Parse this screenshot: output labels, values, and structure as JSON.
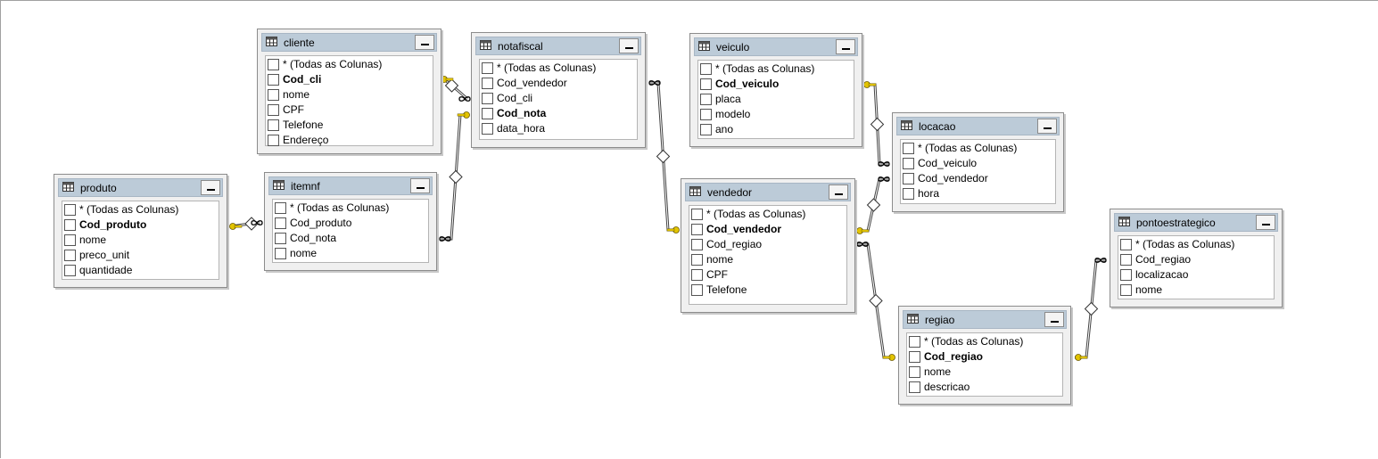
{
  "tables": {
    "cliente": {
      "name": "cliente",
      "columns": [
        "* (Todas as Colunas)",
        "Cod_cli",
        "nome",
        "CPF",
        "Telefone",
        "Endereço"
      ]
    },
    "notafiscal": {
      "name": "notafiscal",
      "columns": [
        "* (Todas as Colunas)",
        "Cod_vendedor",
        "Cod_cli",
        "Cod_nota",
        "data_hora"
      ]
    },
    "veiculo": {
      "name": "veiculo",
      "columns": [
        "* (Todas as Colunas)",
        "Cod_veiculo",
        "placa",
        "modelo",
        "ano"
      ]
    },
    "locacao": {
      "name": "locacao",
      "columns": [
        "* (Todas as Colunas)",
        "Cod_veiculo",
        "Cod_vendedor",
        "hora"
      ]
    },
    "produto": {
      "name": "produto",
      "columns": [
        "* (Todas as Colunas)",
        "Cod_produto",
        "nome",
        "preco_unit",
        "quantidade"
      ]
    },
    "itemnf": {
      "name": "itemnf",
      "columns": [
        "* (Todas as Colunas)",
        "Cod_produto",
        "Cod_nota",
        "nome"
      ]
    },
    "vendedor": {
      "name": "vendedor",
      "columns": [
        "* (Todas as Colunas)",
        "Cod_vendedor",
        "Cod_regiao",
        "nome",
        "CPF",
        "Telefone"
      ]
    },
    "regiao": {
      "name": "regiao",
      "columns": [
        "* (Todas as Colunas)",
        "Cod_regiao",
        "nome",
        "descricao"
      ]
    },
    "pontoestrategico": {
      "name": "pontoestrategico",
      "columns": [
        "* (Todas as Colunas)",
        "Cod_regiao",
        "localizacao",
        "nome"
      ]
    }
  },
  "colors": {
    "header": "#bccbd8",
    "key_symbol": "#e3c400",
    "line": "#444444"
  }
}
